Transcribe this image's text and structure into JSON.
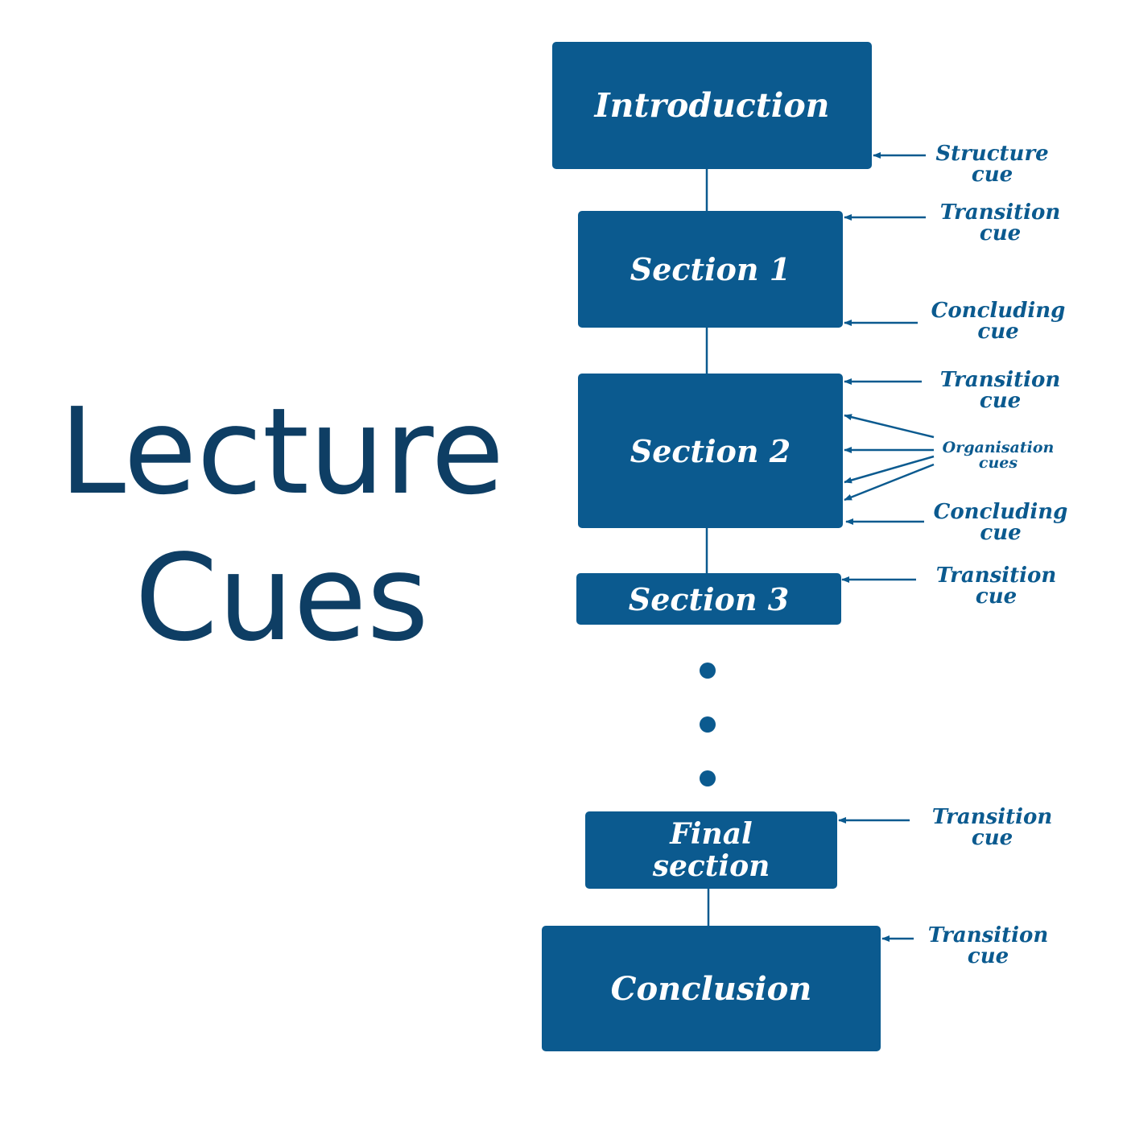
{
  "title": {
    "line1": "Lecture",
    "line2": "Cues"
  },
  "boxes": {
    "introduction": "Introduction",
    "section1": "Section 1",
    "section2": "Section 2",
    "section3": "Section 3",
    "final_line1": "Final",
    "final_line2": "section",
    "conclusion": "Conclusion"
  },
  "cues": {
    "structure": {
      "line1": "Structure",
      "line2": "cue"
    },
    "transition1": {
      "line1": "Transition",
      "line2": "cue"
    },
    "concluding1": {
      "line1": "Concluding",
      "line2": "cue"
    },
    "transition2": {
      "line1": "Transition",
      "line2": "cue"
    },
    "organisation": {
      "line1": "Organisation",
      "line2": "cues"
    },
    "concluding2": {
      "line1": "Concluding",
      "line2": "cue"
    },
    "transition3": {
      "line1": "Transition",
      "line2": "cue"
    },
    "transition_final": {
      "line1": "Transition",
      "line2": "cue"
    },
    "transition_conclusion": {
      "line1": "Transition",
      "line2": "cue"
    }
  },
  "colors": {
    "box": "#0b5a8f",
    "title": "#0e3e64",
    "cue_text": "#0b5a8f"
  }
}
